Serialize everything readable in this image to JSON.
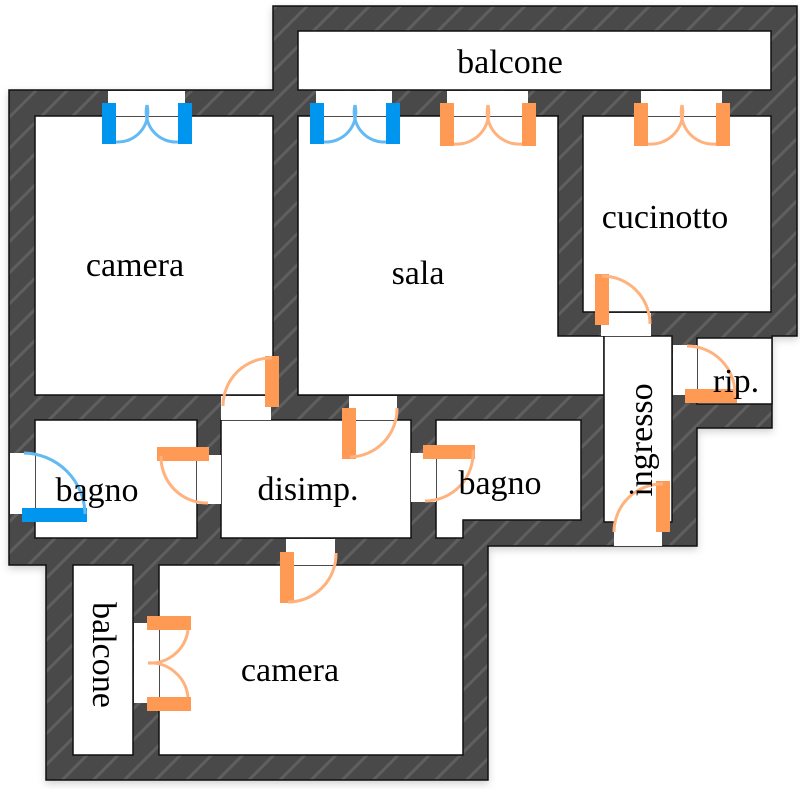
{
  "plan": {
    "title": "Floor plan",
    "colors": {
      "wall": "#4a4a4a",
      "wall_hatch": "#6a6a6a",
      "door_orange": "#ff9a55",
      "door_blue": "#0095ee",
      "room_fill": "#ffffff"
    },
    "rooms": [
      {
        "id": "balcone-top",
        "label": "balcone"
      },
      {
        "id": "camera-top",
        "label": "camera"
      },
      {
        "id": "sala",
        "label": "sala"
      },
      {
        "id": "cucinotto",
        "label": "cucinotto"
      },
      {
        "id": "rip",
        "label": "rip."
      },
      {
        "id": "ingresso",
        "label": "ingresso"
      },
      {
        "id": "bagno-left",
        "label": "bagno"
      },
      {
        "id": "disimp",
        "label": "disimp."
      },
      {
        "id": "bagno-right",
        "label": "bagno"
      },
      {
        "id": "balcone-bottom",
        "label": "balcone"
      },
      {
        "id": "camera-bottom",
        "label": "camera"
      }
    ]
  }
}
